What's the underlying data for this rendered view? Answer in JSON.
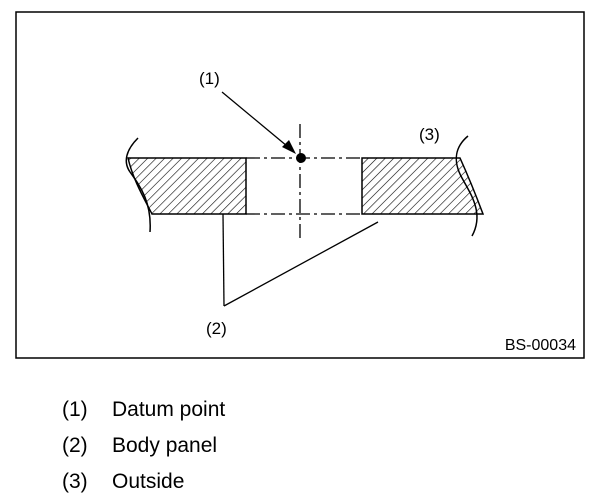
{
  "figure": {
    "callouts": {
      "c1": "(1)",
      "c2": "(2)",
      "c3": "(3)"
    },
    "code": "BS-00034"
  },
  "legend": [
    {
      "num": "(1)",
      "label": "Datum point"
    },
    {
      "num": "(2)",
      "label": "Body panel"
    },
    {
      "num": "(3)",
      "label": "Outside"
    }
  ]
}
